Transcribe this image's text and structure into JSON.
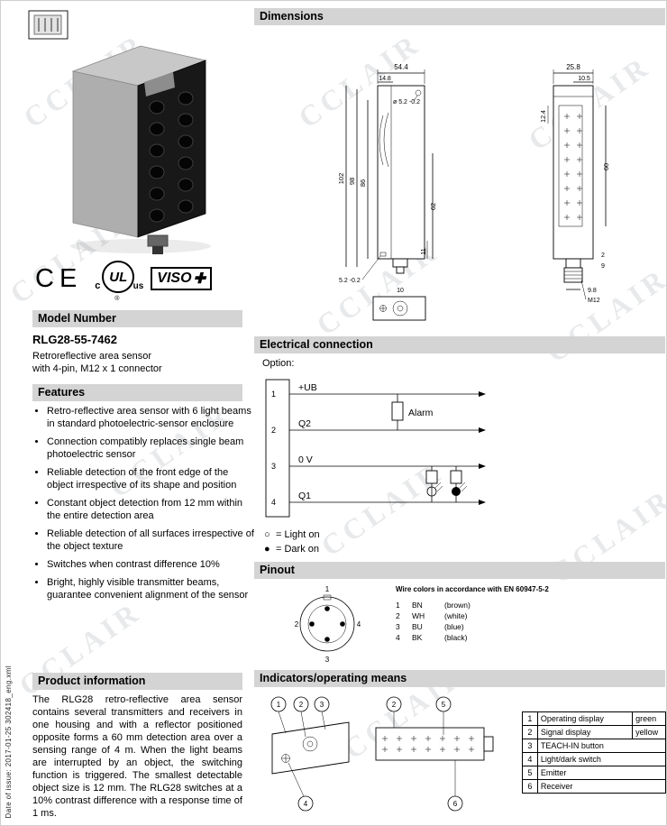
{
  "watermark": "CCLAIR",
  "meta": {
    "side_text": "Date of issue: 2017-01-25      302418_eng.xml"
  },
  "logos": {
    "ce": "CE",
    "ul_prefix": "c",
    "ul_main": "UL",
    "ul_suffix": "us",
    "ul_reg": "®",
    "visolux": "VISO",
    "visolux_plus": "✚"
  },
  "left": {
    "model_header": "Model Number",
    "model_number": "RLG28-55-7462",
    "model_desc_line1": "Retroreflective area sensor",
    "model_desc_line2": "with 4-pin, M12 x 1 connector",
    "features_header": "Features",
    "features": [
      "Retro-reflective area sensor with 6 light beams in standard photoelectric-sensor enclosure",
      "Connection compatibly replaces single beam photoelectric sensor",
      "Reliable detection of the front edge of the object irrespective of its shape and position",
      "Constant object detection from 12 mm within the entire detection area",
      "Reliable detection of all surfaces irrespective of the object texture",
      "Switches when contrast difference 10%",
      "Bright, highly visible transmitter beams, guarantee convenient alignment of the sensor"
    ],
    "product_info_header": "Product information",
    "product_info": "The RLG28 retro-reflective area sensor contains several transmitters and receivers in one housing and with a reflector positioned opposite forms a 60 mm detection area over a sensing range of 4 m. When the light beams are interrupted by an object, the switching function is triggered. The smallest detectable object size is 12 mm. The RLG28 switches at a 10% contrast difference with a response time of 1 ms."
  },
  "right": {
    "dimensions_header": "Dimensions",
    "electrical_header": "Electrical connection",
    "pinout_header": "Pinout",
    "indicators_header": "Indicators/operating means"
  },
  "dims": {
    "w_overall": "54.4",
    "w_front": "14.8",
    "hole": "ø 5.2 -0.2",
    "h102": "102",
    "h98": "98",
    "h86": "86",
    "h62": "62",
    "h11": "11",
    "slot": "5.2 -0.2",
    "d10": "10",
    "w258": "25.8",
    "d105": "10.5",
    "d124": "12.4",
    "h60": "60",
    "d2": "2",
    "d9": "9",
    "d98": "9.8",
    "m12": "M12"
  },
  "circuit": {
    "option_label": "Option:",
    "pins": [
      {
        "num": "1",
        "label": "+UB"
      },
      {
        "num": "2",
        "label": "Q2"
      },
      {
        "num": "3",
        "label": "0 V"
      },
      {
        "num": "4",
        "label": "Q1"
      }
    ],
    "alarm_label": "Alarm",
    "legend": [
      {
        "symbol": "○",
        "text": "= Light on"
      },
      {
        "symbol": "●",
        "text": "= Dark on"
      }
    ]
  },
  "pinout": {
    "note": "Wire colors in accordance with EN 60947-5-2",
    "pin_labels": [
      "1",
      "2",
      "3",
      "4"
    ],
    "wires": [
      {
        "pin": "1",
        "code": "BN",
        "name": "(brown)"
      },
      {
        "pin": "2",
        "code": "WH",
        "name": "(white)"
      },
      {
        "pin": "3",
        "code": "BU",
        "name": "(blue)"
      },
      {
        "pin": "4",
        "code": "BK",
        "name": "(black)"
      }
    ]
  },
  "indicators": {
    "callouts": [
      "1",
      "2",
      "3",
      "4",
      "5",
      "6"
    ],
    "rows": [
      {
        "num": "1",
        "label": "Operating display",
        "value": "green"
      },
      {
        "num": "2",
        "label": "Signal display",
        "value": "yellow"
      },
      {
        "num": "3",
        "label": "TEACH-IN button",
        "value": ""
      },
      {
        "num": "4",
        "label": "Light/dark switch",
        "value": ""
      },
      {
        "num": "5",
        "label": "Emitter",
        "value": ""
      },
      {
        "num": "6",
        "label": "Receiver",
        "value": ""
      }
    ]
  }
}
